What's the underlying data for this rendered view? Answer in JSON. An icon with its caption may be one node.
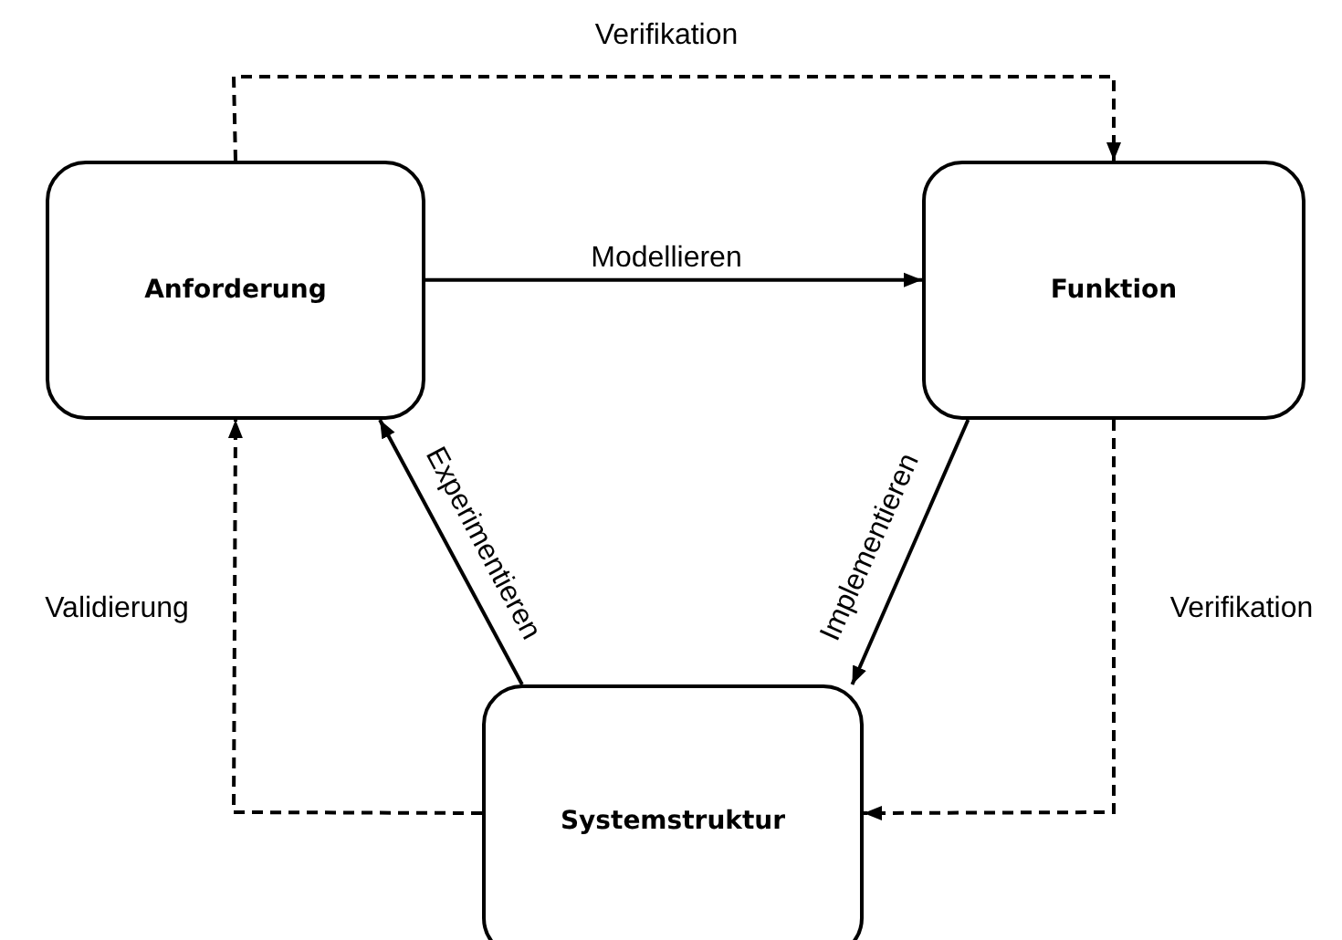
{
  "diagram": {
    "nodes": [
      {
        "text": [
          "Anforderung"
        ]
      },
      {
        "text": [
          "Funktion"
        ]
      },
      {
        "text": [
          "Systemstruktur"
        ]
      }
    ],
    "edges": [
      {
        "from": 0,
        "to": 1,
        "arrow": "to",
        "label": "Modellieren"
      },
      {
        "from": 0,
        "to": 1,
        "arrow": "to",
        "label": "Verifikation",
        "style": "dashed"
      },
      {
        "from": 1,
        "to": 2,
        "arrow": "to",
        "label": "Implementieren"
      },
      {
        "from": 2,
        "to": 0,
        "arrow": "to",
        "label": "Experimentieren"
      },
      {
        "from": 2,
        "to": 0,
        "arrow": "to",
        "label": "Validierung",
        "style": "dashed"
      },
      {
        "from": 1,
        "to": 2,
        "arrow": "to",
        "label": "Verifikation",
        "style": "dashed"
      }
    ]
  }
}
